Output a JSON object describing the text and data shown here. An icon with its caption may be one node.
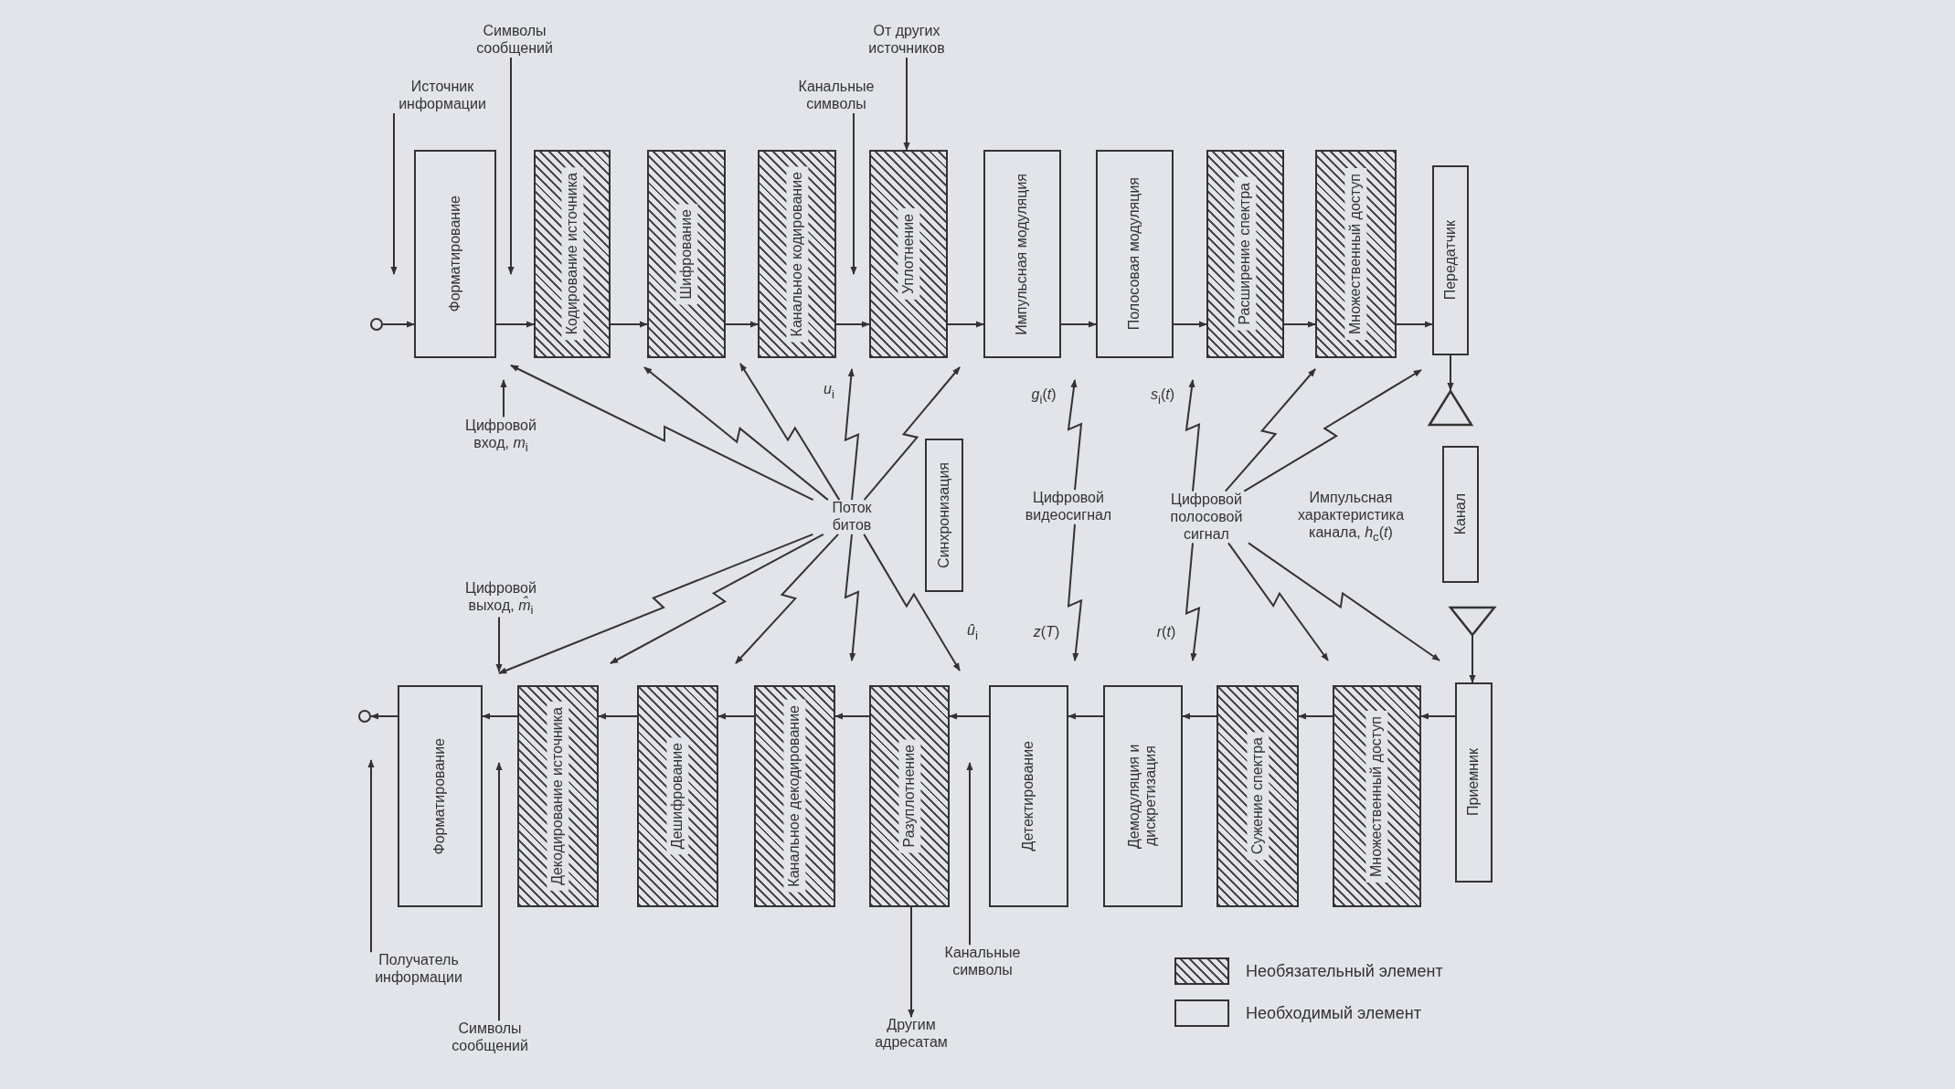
{
  "diagram": {
    "nodes": [
      {
        "text": [
          "Символы сообщений"
        ]
      },
      {
        "text": [
          "От других источников"
        ]
      },
      {
        "text": [
          "Источник информации"
        ]
      },
      {
        "text": [
          "Канальные символы"
        ]
      },
      {
        "text": [],
        "shape": "circle"
      },
      {
        "text": [
          "Форматирование"
        ]
      },
      {
        "text": [
          "Кодирование источника"
        ]
      },
      {
        "text": [
          "Шифрование"
        ]
      },
      {
        "text": [
          "Канальное кодирование"
        ]
      },
      {
        "text": [
          "Уплотнение"
        ]
      },
      {
        "text": [
          "Импульсная модуляция"
        ]
      },
      {
        "text": [
          "Полосовая модуляция"
        ]
      },
      {
        "text": [
          "Расширение спектра"
        ]
      },
      {
        "text": [
          "Множественный доступ"
        ]
      },
      {
        "text": [
          "Передатчик"
        ]
      },
      {
        "text": [],
        "shape": "triangle"
      },
      {
        "text": [
          "Канал"
        ],
        "beside": [
          "Импульсная характеристика канала, *h*$_{c}$(*t*)"
        ]
      },
      {
        "text": [
          "Цифровой вход, *m*$_{i}$"
        ]
      },
      {
        "text": [
          "Поток битов"
        ]
      },
      {
        "text": [
          "Синхронизация"
        ]
      },
      {
        "text": [
          "Цифровой видеосигнал"
        ]
      },
      {
        "text": [
          "Цифровой полосовой сигнал"
        ]
      },
      {
        "text": [],
        "shape": "triangle"
      },
      {
        "text": [
          "Цифровой выход, *m̂*$_{i}$"
        ]
      },
      {
        "text": [],
        "shape": "circle"
      },
      {
        "text": [
          "Форматирование"
        ]
      },
      {
        "text": [
          "Декодирование источника"
        ]
      },
      {
        "text": [
          "Дешифрование"
        ]
      },
      {
        "text": [
          "Канальное декодирование"
        ]
      },
      {
        "text": [
          "Разуплотнение"
        ]
      },
      {
        "text": [
          "Детектирование"
        ]
      },
      {
        "text": [
          "Демодуляция и дискретизация"
        ]
      },
      {
        "text": [
          "Сужение спектра"
        ]
      },
      {
        "text": [
          "Множественный доступ"
        ]
      },
      {
        "text": [
          "Приемник"
        ]
      },
      {
        "text": [
          "Получатель информации"
        ]
      },
      {
        "text": [
          "Символы сообщений"
        ]
      },
      {
        "text": [
          "Канальные символы"
        ]
      },
      {
        "text": [
          "Другим адресатам"
        ]
      }
    ],
    "edges": [
      {
        "from": 4,
        "to": 5,
        "arrow": "to"
      },
      {
        "from": 5,
        "to": 6,
        "arrow": "to"
      },
      {
        "from": 6,
        "to": 7,
        "arrow": "to"
      },
      {
        "from": 7,
        "to": 8,
        "arrow": "to"
      },
      {
        "from": 8,
        "to": 9,
        "arrow": "to"
      },
      {
        "from": 9,
        "to": 10,
        "arrow": "to"
      },
      {
        "from": 10,
        "to": 11,
        "arrow": "to"
      },
      {
        "from": 11,
        "to": 12,
        "arrow": "to"
      },
      {
        "from": 12,
        "to": 13,
        "arrow": "to"
      },
      {
        "from": 13,
        "to": 14,
        "arrow": "to"
      },
      {
        "from": 14,
        "to": 15,
        "arrow": "to"
      },
      {
        "from": 1,
        "to": 9,
        "arrow": "to"
      },
      {
        "from": 0,
        "to": 6,
        "arrow": "to"
      },
      {
        "from": 2,
        "to": 5,
        "arrow": "to"
      },
      {
        "from": 3,
        "to": 8,
        "arrow": "to"
      },
      {
        "from": 17,
        "to": 5,
        "arrow": "to"
      },
      {
        "from": 18,
        "to": 6,
        "arrow": "to"
      },
      {
        "from": 18,
        "to": 7,
        "arrow": "to"
      },
      {
        "from": 18,
        "to": 7,
        "arrow": "to"
      },
      {
        "from": 18,
        "to": 8,
        "arrow": "to",
        "label": "*u*$_{i}$"
      },
      {
        "from": 18,
        "to": 10,
        "arrow": "to"
      },
      {
        "from": 18,
        "to": 26,
        "arrow": "to"
      },
      {
        "from": 18,
        "to": 26,
        "arrow": "to"
      },
      {
        "from": 18,
        "to": 27,
        "arrow": "to"
      },
      {
        "from": 18,
        "to": 28,
        "arrow": "to"
      },
      {
        "from": 18,
        "to": 29,
        "arrow": "to",
        "label": "*û*$_{i}$"
      },
      {
        "from": 20,
        "to": 10,
        "arrow": "to",
        "label": "*g*$_{i}$(*t*)"
      },
      {
        "from": 20,
        "to": 30,
        "arrow": "to",
        "label": "*z*(*T*)"
      },
      {
        "from": 21,
        "to": 11,
        "arrow": "to",
        "label": "*s*$_{i}$(*t*)"
      },
      {
        "from": 21,
        "to": 31,
        "arrow": "to",
        "label": "*r*(*t*)"
      },
      {
        "from": 21,
        "to": 13,
        "arrow": "to"
      },
      {
        "from": 21,
        "to": 14,
        "arrow": "to"
      },
      {
        "from": 21,
        "to": 33,
        "arrow": "to"
      },
      {
        "from": 21,
        "to": 34,
        "arrow": "to"
      },
      {
        "from": 22,
        "to": 34,
        "arrow": "to"
      },
      {
        "from": 34,
        "to": 33,
        "arrow": "to"
      },
      {
        "from": 33,
        "to": 32,
        "arrow": "to"
      },
      {
        "from": 32,
        "to": 31,
        "arrow": "to"
      },
      {
        "from": 31,
        "to": 30,
        "arrow": "to"
      },
      {
        "from": 30,
        "to": 29,
        "arrow": "to"
      },
      {
        "from": 29,
        "to": 28,
        "arrow": "to"
      },
      {
        "from": 28,
        "to": 27,
        "arrow": "to"
      },
      {
        "from": 27,
        "to": 26,
        "arrow": "to"
      },
      {
        "from": 26,
        "to": 25,
        "arrow": "to"
      },
      {
        "from": 25,
        "to": 24,
        "arrow": "to"
      },
      {
        "from": 29,
        "to": 38,
        "arrow": "to"
      },
      {
        "from": 23,
        "to": 25,
        "arrow": "to"
      },
      {
        "from": 35,
        "to": 25,
        "arrow": "to"
      },
      {
        "from": 36,
        "to": 25,
        "arrow": "to"
      },
      {
        "from": 37,
        "to": 30,
        "arrow": "to"
      }
    ],
    "legend": [
      {
        "text": "Необязательный элемент"
      },
      {
        "text": "Необходимый элемент"
      }
    ]
  }
}
